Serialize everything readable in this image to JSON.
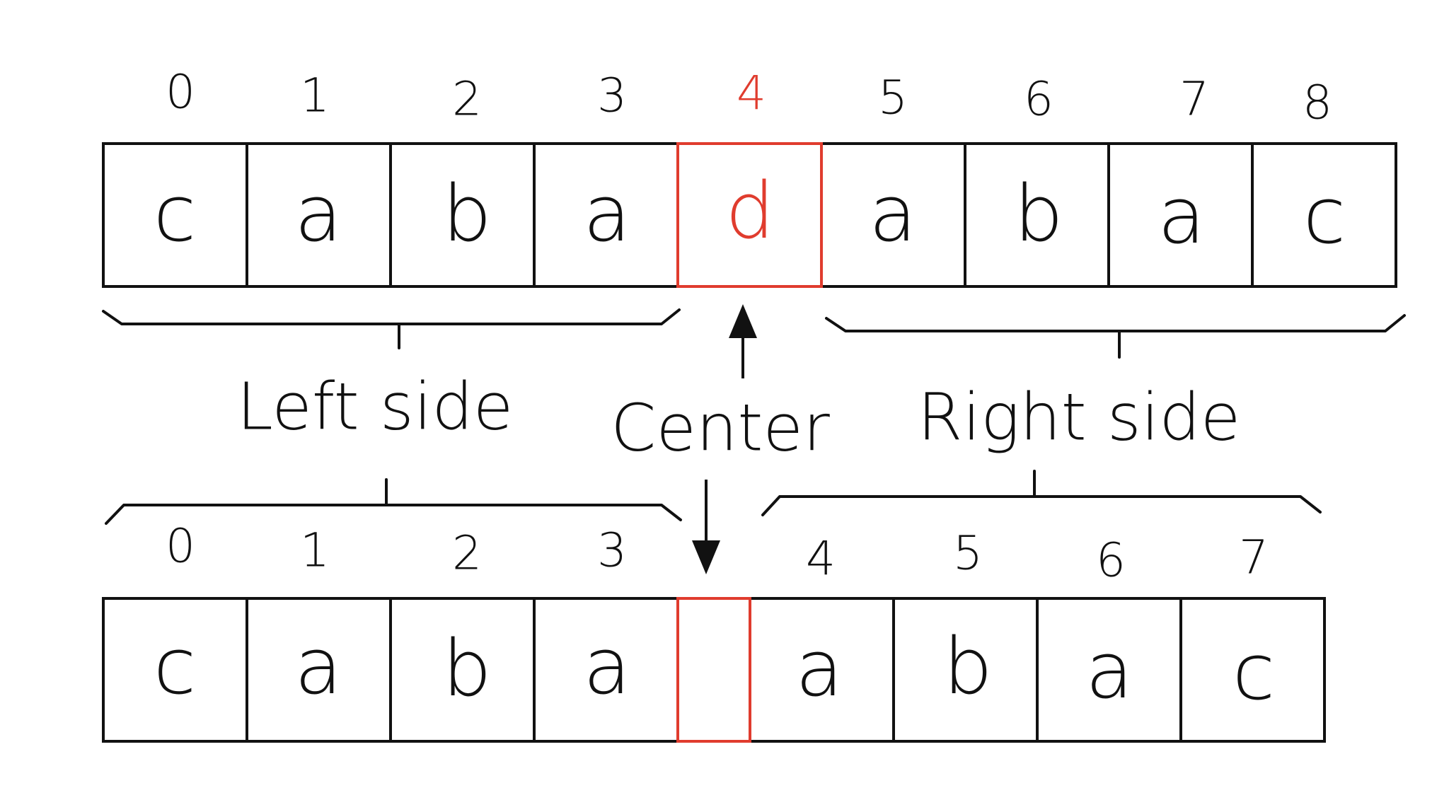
{
  "top_array": {
    "indices": [
      "0",
      "1",
      "2",
      "3",
      "4",
      "5",
      "6",
      "7",
      "8"
    ],
    "letters": [
      "c",
      "a",
      "b",
      "a",
      "d",
      "a",
      "b",
      "a",
      "c"
    ],
    "highlight_index": 4
  },
  "bottom_array": {
    "indices": [
      "0",
      "1",
      "2",
      "3",
      "4",
      "5",
      "6",
      "7"
    ],
    "letters": [
      "c",
      "a",
      "b",
      "a",
      "",
      "a",
      "b",
      "a",
      "c"
    ],
    "highlight_slot": 4
  },
  "labels": {
    "left": "Left side",
    "center": "Center",
    "right": "Right side"
  },
  "colors": {
    "highlight": "#e03c2e",
    "ink": "#111111"
  }
}
